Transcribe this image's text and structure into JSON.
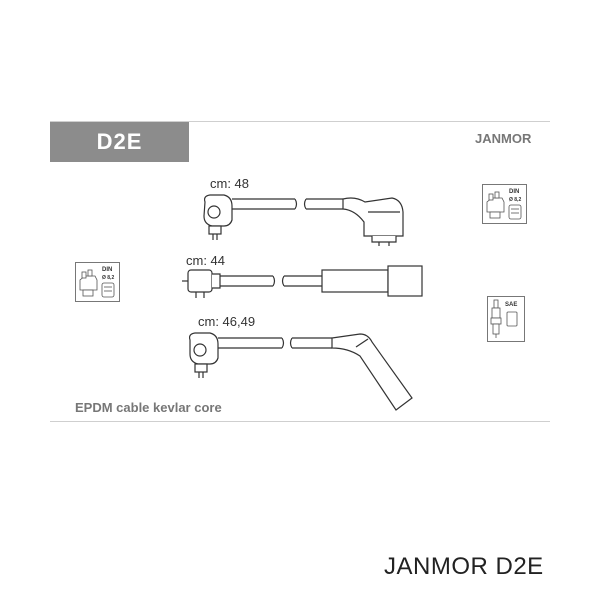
{
  "header": {
    "code": "D2E",
    "brand": "JANMOR"
  },
  "cables": [
    {
      "length_label": "cm: 48"
    },
    {
      "length_label": "cm: 44"
    },
    {
      "length_label": "cm: 46,49"
    }
  ],
  "standards": {
    "din_top": "DIN",
    "din_top_sub": "Ø 8,2",
    "din_left": "DIN",
    "din_left_sub": "Ø 8,2",
    "sae": "SAE"
  },
  "footer": {
    "material": "EPDM cable kevlar core"
  },
  "caption": "JANMOR D2E"
}
